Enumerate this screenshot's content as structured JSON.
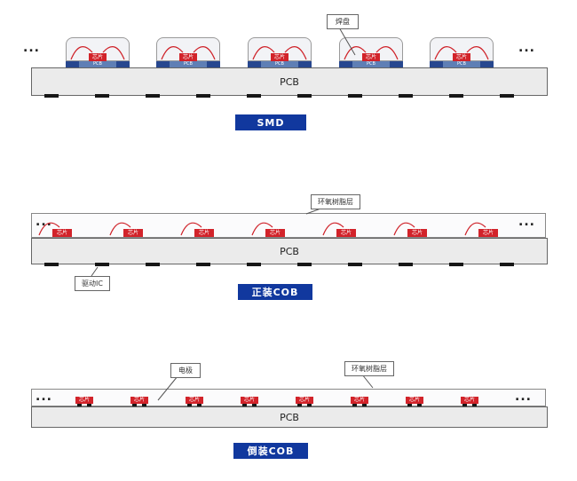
{
  "labels": {
    "chip": "芯片",
    "pcb": "PCB",
    "package_pcb": "PCB",
    "ellipsis": "..."
  },
  "sections": {
    "smd": {
      "title": "SMD",
      "callouts": {
        "solder_pad": "焊盘"
      }
    },
    "front_cob": {
      "title": "正装COB",
      "callouts": {
        "epoxy_layer": "环氧树脂层",
        "driver_ic": "驱动IC"
      }
    },
    "flip_cob": {
      "title": "倒装COB",
      "callouts": {
        "electrode": "电极",
        "epoxy_layer": "环氧树脂层"
      }
    }
  },
  "colors": {
    "chip_red": "#d2232a",
    "wire_red": "#cf2128",
    "pcb_fill": "#ebebeb",
    "title_blue": "#11389e",
    "substrate_blue": "#5f7fb5",
    "pad_black": "#161616"
  }
}
